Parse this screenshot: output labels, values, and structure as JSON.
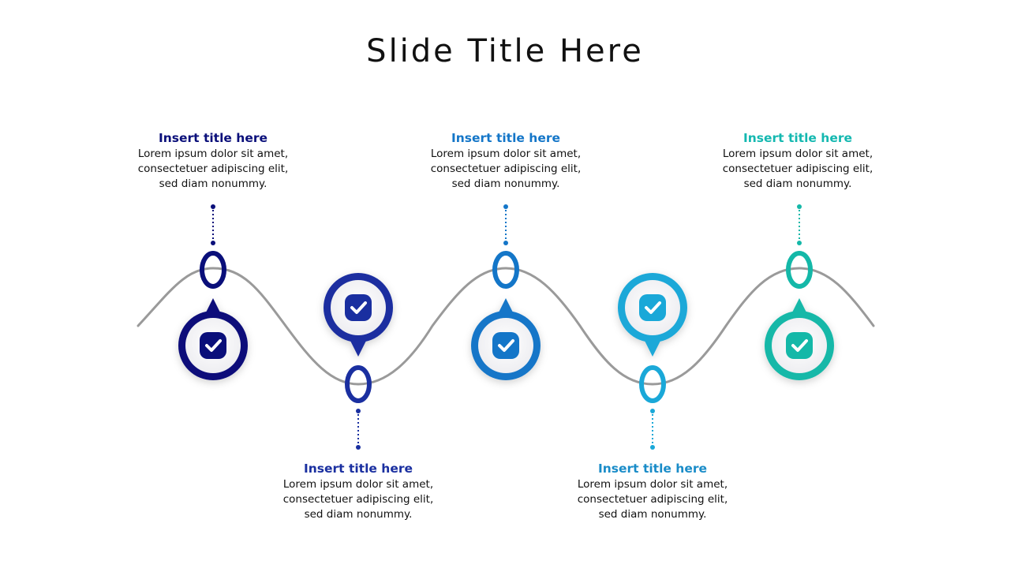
{
  "slide": {
    "title": "Slide Title Here"
  },
  "colors": {
    "wave": "#9a9a9a",
    "body_text": "#111111"
  },
  "steps": [
    {
      "title": "Insert title here",
      "body": "Lorem ipsum dolor sit amet,\nconsectetuer adipiscing elit,\nsed diam nonummy.",
      "color": "#0a0f7a",
      "position": "top",
      "icon": "check-icon"
    },
    {
      "title": "Insert title here",
      "body": "Lorem ipsum dolor sit amet,\nconsectetuer adipiscing elit,\nsed diam nonummy.",
      "color": "#1a2fa0",
      "position": "bottom",
      "icon": "check-icon"
    },
    {
      "title": "Insert title here",
      "body": "Lorem ipsum dolor sit amet,\nconsectetuer adipiscing elit,\nsed diam nonummy.",
      "color": "#1476c8",
      "position": "top",
      "icon": "check-icon"
    },
    {
      "title": "Insert title here",
      "body": "Lorem ipsum dolor sit amet,\nconsectetuer adipiscing elit,\nsed diam nonummy.",
      "color": "#1aa8d8",
      "position": "bottom",
      "icon": "check-icon"
    },
    {
      "title": "Insert title here",
      "body": "Lorem ipsum dolor sit amet,\nconsectetuer adipiscing elit,\nsed diam nonummy.",
      "color": "#14b8a8",
      "position": "top",
      "icon": "check-icon"
    }
  ]
}
